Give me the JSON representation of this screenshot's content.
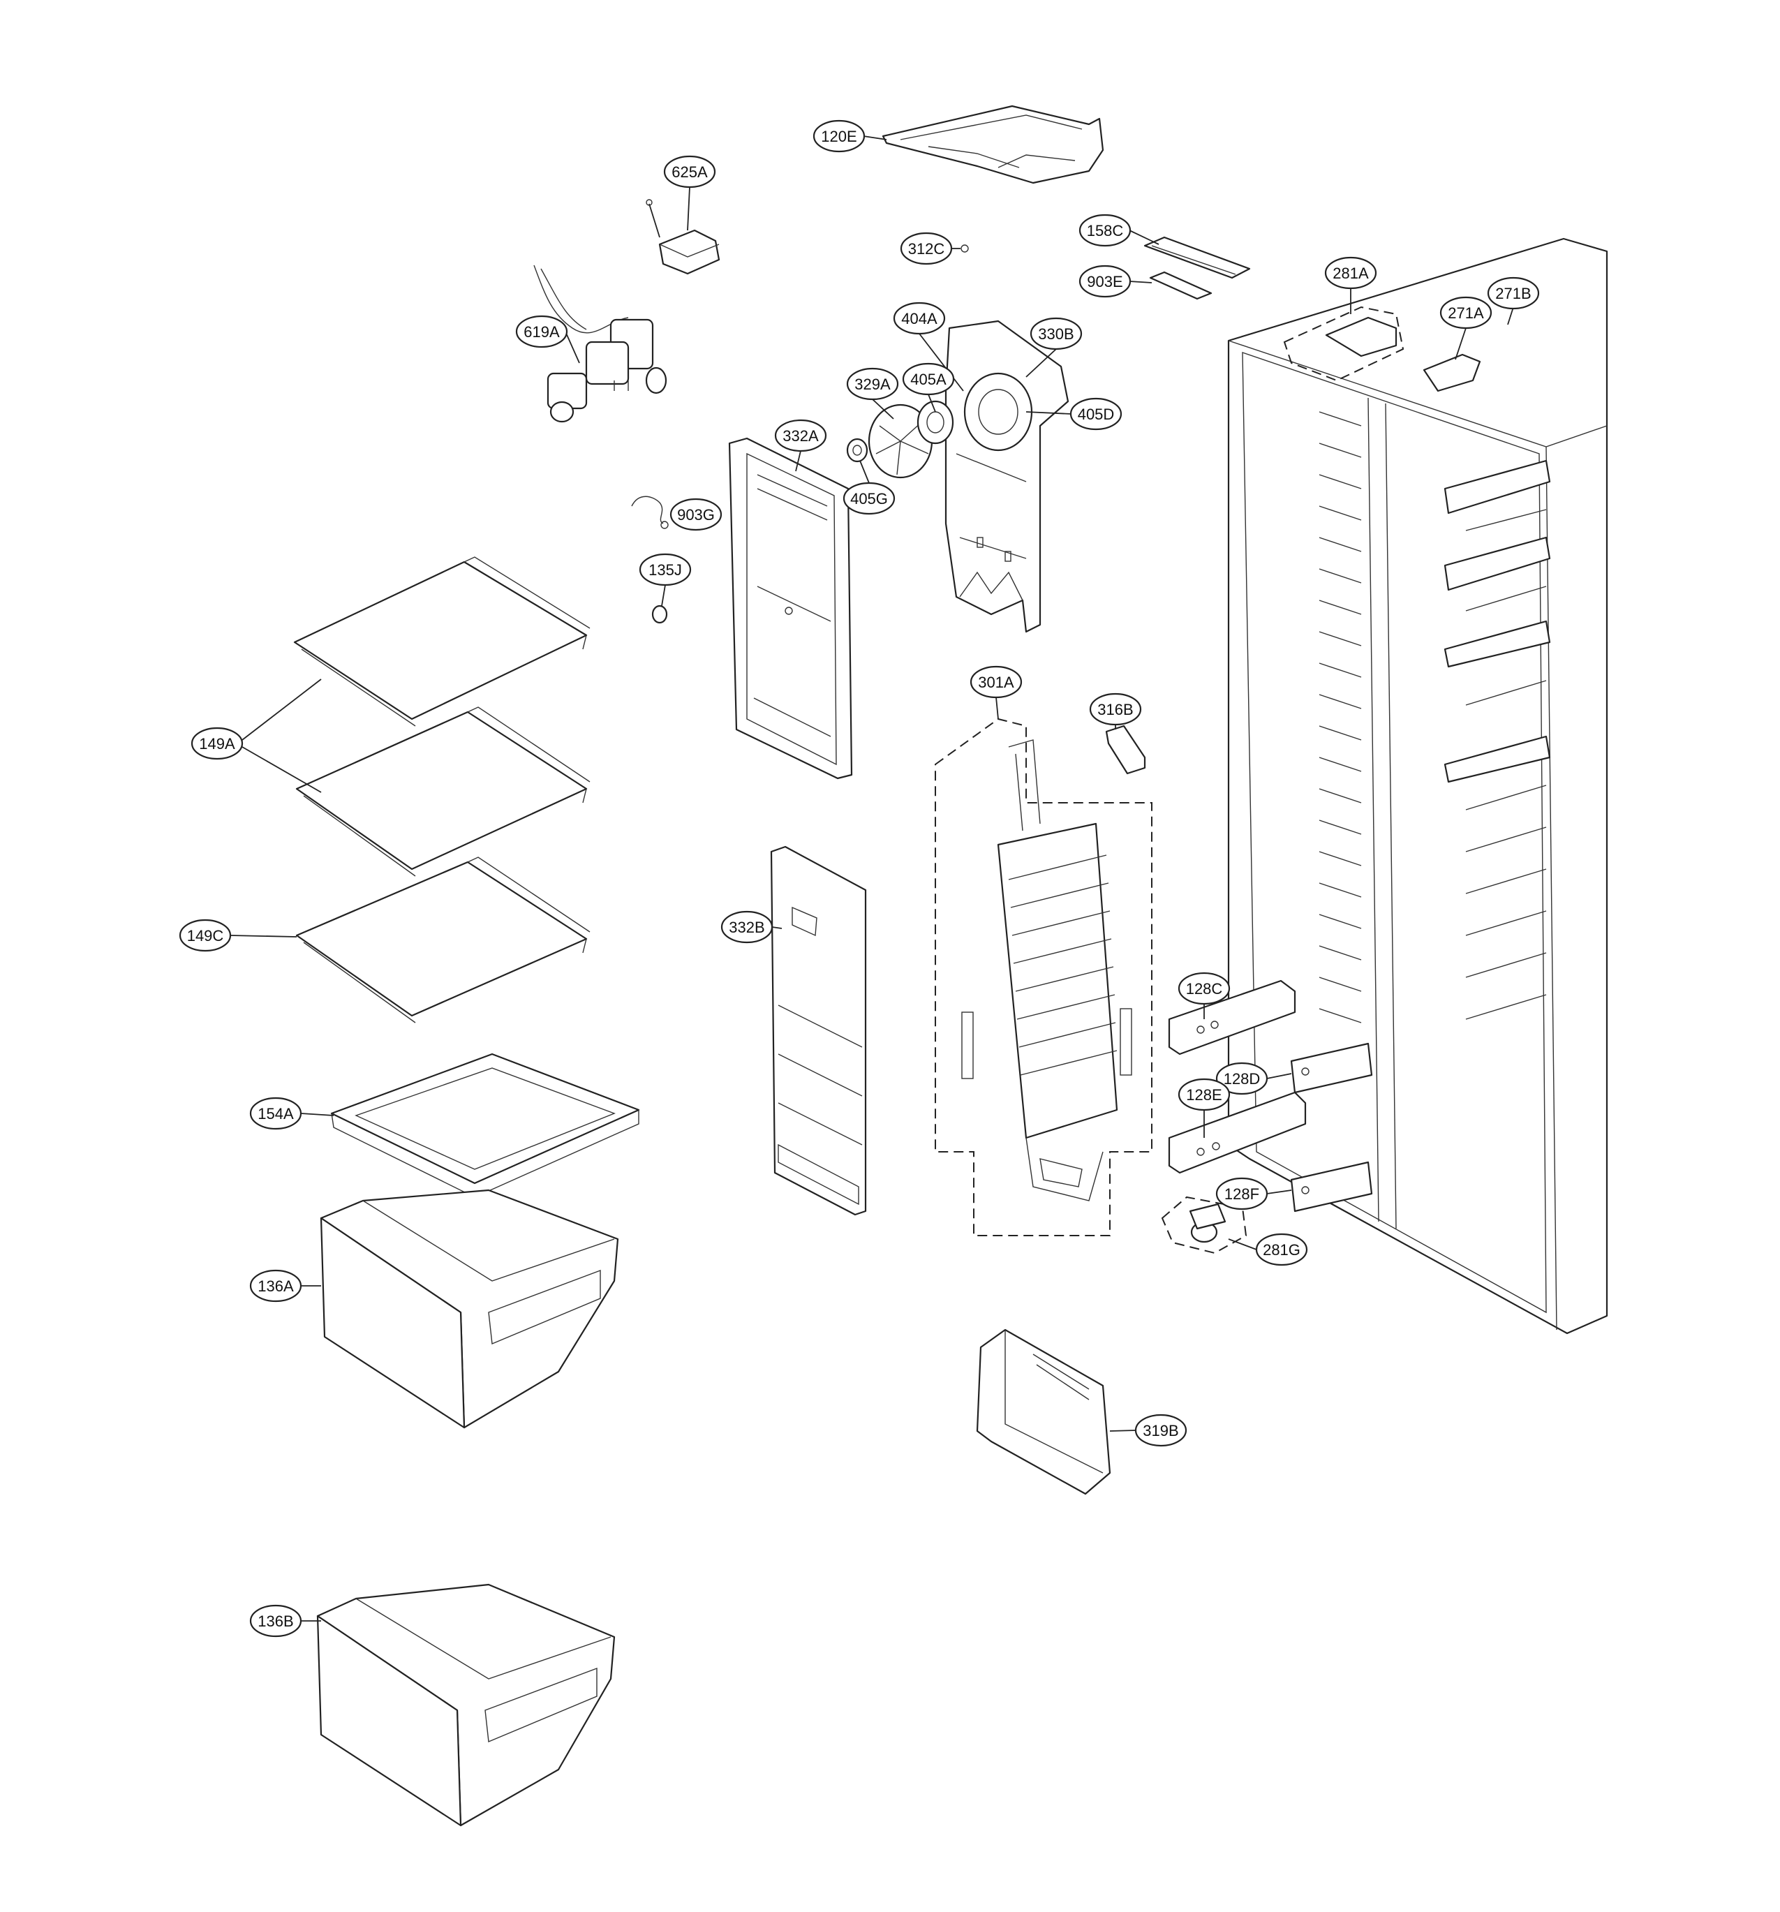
{
  "labels": {
    "l120E": "120E",
    "l625A": "625A",
    "l312C": "312C",
    "l158C": "158C",
    "l903E": "903E",
    "l281A": "281A",
    "l271B": "271B",
    "l271A": "271A",
    "l619A": "619A",
    "l404A": "404A",
    "l330B": "330B",
    "l329A": "329A",
    "l405A": "405A",
    "l405D": "405D",
    "l332A": "332A",
    "l405G": "405G",
    "l903G": "903G",
    "l135J": "135J",
    "l149A": "149A",
    "l301A": "301A",
    "l316B": "316B",
    "l149C": "149C",
    "l332B": "332B",
    "l128C": "128C",
    "l128D": "128D",
    "l128E": "128E",
    "l154A": "154A",
    "l128F": "128F",
    "l281G": "281G",
    "l136A": "136A",
    "l319B": "319B",
    "l136B": "136B"
  }
}
